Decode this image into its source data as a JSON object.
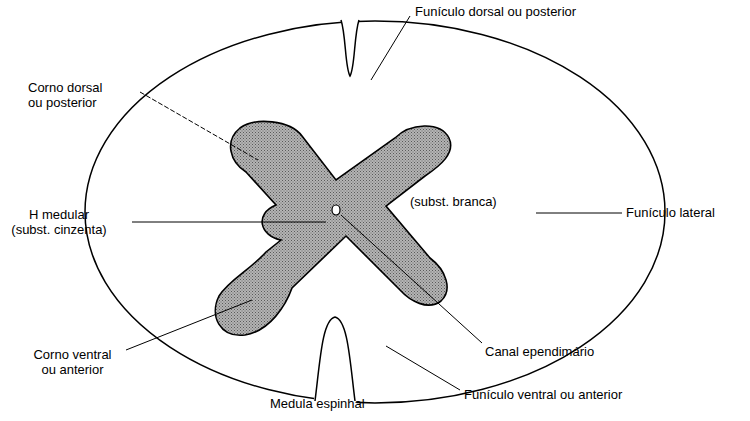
{
  "diagram": {
    "caption": "Medula espinhal",
    "labels": [
      "Funículo dorsal ou posterior",
      "Corno dorsal ou posterior",
      "H medular (subst. cinzenta)",
      "(subst. branca)",
      "Funículo lateral",
      "Canal ependimário",
      "Corno ventral ou anterior",
      "Funículo ventral ou anterior"
    ]
  }
}
